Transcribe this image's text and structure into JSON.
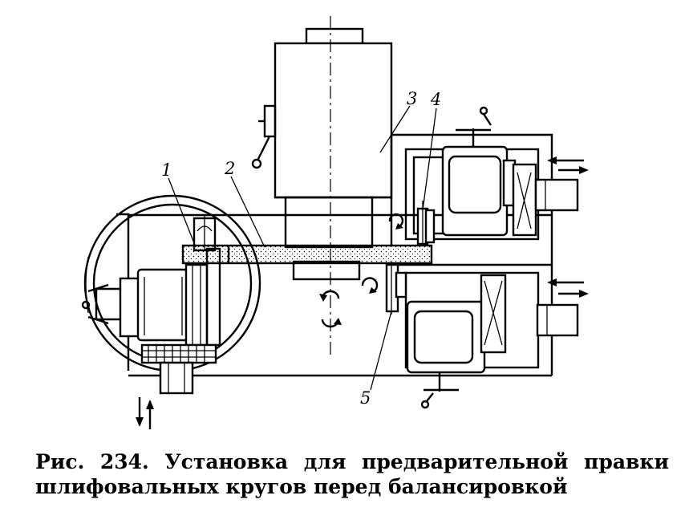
{
  "figure": {
    "labels": {
      "part1": "1",
      "part2": "2",
      "part3": "3",
      "part4": "4",
      "part5": "5"
    }
  },
  "caption": {
    "line1": "Рис.  234.  Установка  для  предварительной  правки",
    "line2": "шлифовальных  кругов  перед  балансировкой"
  },
  "colors": {
    "ink": "#000000",
    "paper": "#ffffff"
  }
}
